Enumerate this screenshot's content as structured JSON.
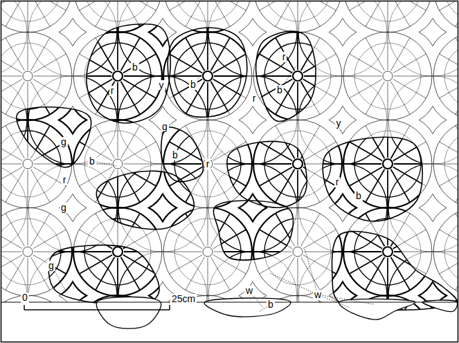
{
  "diagram": {
    "labels": [
      "r",
      "b",
      "b",
      "y",
      "b",
      "r",
      "r",
      "y",
      "g",
      "g",
      "b",
      "b",
      "r",
      "r",
      "r",
      "b",
      "g",
      "g",
      "w",
      "w",
      "b",
      "0",
      "25cm"
    ]
  }
}
